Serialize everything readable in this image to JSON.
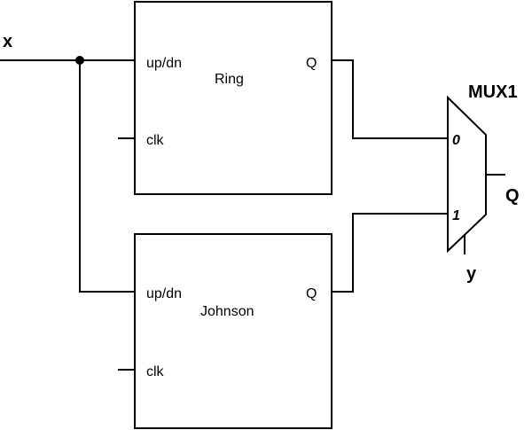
{
  "signals": {
    "input_x": "x",
    "output_q": "Q",
    "select_y": "y"
  },
  "ring": {
    "name": "Ring",
    "port_updn": "up/dn",
    "port_clk": "clk",
    "port_q": "Q"
  },
  "johnson": {
    "name": "Johnson",
    "port_updn": "up/dn",
    "port_clk": "clk",
    "port_q": "Q"
  },
  "mux": {
    "name": "MUX1",
    "input0": "0",
    "input1": "1"
  }
}
